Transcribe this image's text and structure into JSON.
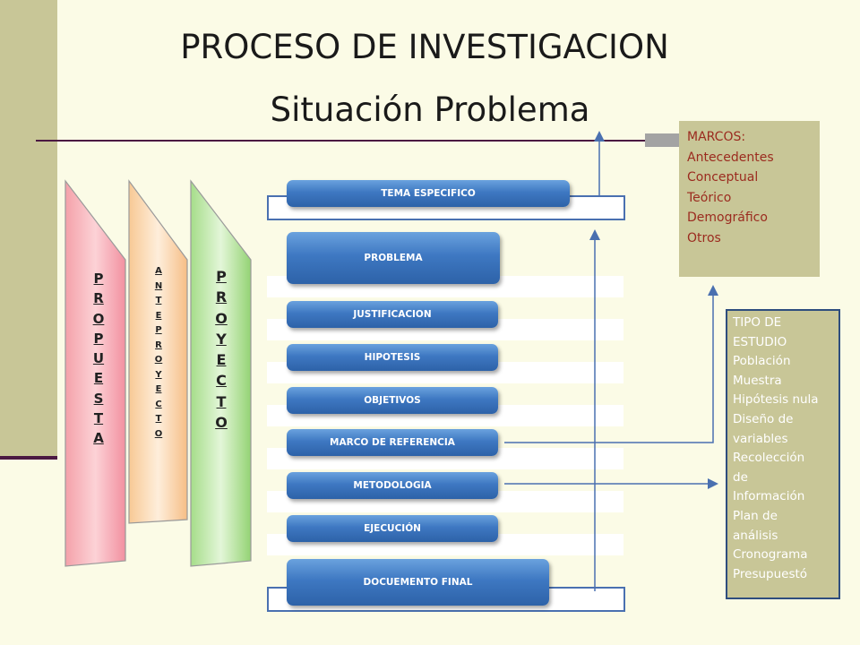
{
  "header": {
    "title": "PROCESO DE INVESTIGACION",
    "subtitle": "Situación Problema"
  },
  "phases": [
    {
      "letters": [
        "P",
        "R",
        "O",
        "P",
        "U",
        "E",
        "S",
        "T",
        "A"
      ],
      "color": "#f9aeb4"
    },
    {
      "letters": [
        "A",
        "N",
        "T",
        "E",
        "P",
        "R",
        "O",
        "Y",
        "E",
        "C",
        "T",
        "O"
      ],
      "color": "#fbd6a9"
    },
    {
      "letters": [
        "P",
        "R",
        "O",
        "Y",
        "E",
        "C",
        "T",
        "O"
      ],
      "color": "#b5e39a"
    }
  ],
  "steps": {
    "tema": "TEMA ESPECIFICO",
    "problema": "PROBLEMA",
    "justificacion": "JUSTIFICACION",
    "hipotesis": "HIPOTESIS",
    "objetivos": "OBJETIVOS",
    "marco": "MARCO DE REFERENCIA",
    "metodologia": "METODOLOGIA",
    "ejecucion": "EJECUCIÓN",
    "final": "DOCUEMENTO FINAL"
  },
  "marcos": {
    "lines": [
      "MARCOS:",
      "Antecedentes",
      "Conceptual",
      "Teórico",
      "Demográfico",
      "Otros"
    ]
  },
  "tipo": {
    "lines": [
      "TIPO DE",
      "ESTUDIO",
      "Población",
      "Muestra",
      "Hipótesis nula",
      "Diseño de",
      "variables",
      "Recolección",
      "de",
      "Información",
      "Plan de",
      "análisis",
      "Cronograma",
      "Presupuestó"
    ]
  },
  "colors": {
    "button": "#3e78c2",
    "sidebar": "#c8c697",
    "rule": "#4b1942",
    "arrow": "#4a70b0"
  }
}
